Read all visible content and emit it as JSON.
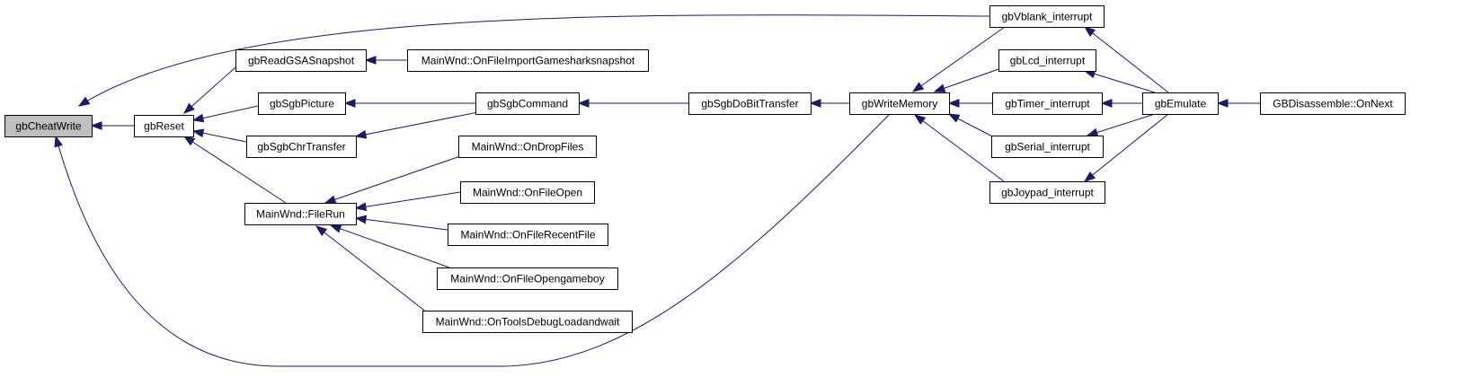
{
  "nodes": [
    {
      "id": "gbCheatWrite",
      "label": "gbCheatWrite",
      "root": true
    },
    {
      "id": "gbReset",
      "label": "gbReset"
    },
    {
      "id": "gbReadGSASnapshot",
      "label": "gbReadGSASnapshot"
    },
    {
      "id": "OnFileImportGamesharksnapshot",
      "label": "MainWnd::OnFileImportGamesharksnapshot"
    },
    {
      "id": "gbSgbPicture",
      "label": "gbSgbPicture"
    },
    {
      "id": "gbSgbChrTransfer",
      "label": "gbSgbChrTransfer"
    },
    {
      "id": "gbSgbCommand",
      "label": "gbSgbCommand"
    },
    {
      "id": "gbSgbDoBitTransfer",
      "label": "gbSgbDoBitTransfer"
    },
    {
      "id": "gbWriteMemory",
      "label": "gbWriteMemory"
    },
    {
      "id": "FileRun",
      "label": "MainWnd::FileRun"
    },
    {
      "id": "OnDropFiles",
      "label": "MainWnd::OnDropFiles"
    },
    {
      "id": "OnFileOpen",
      "label": "MainWnd::OnFileOpen"
    },
    {
      "id": "OnFileRecentFile",
      "label": "MainWnd::OnFileRecentFile"
    },
    {
      "id": "OnFileOpengameboy",
      "label": "MainWnd::OnFileOpengameboy"
    },
    {
      "id": "OnToolsDebugLoadandwait",
      "label": "MainWnd::OnToolsDebugLoadandwait"
    },
    {
      "id": "gbVblank_interrupt",
      "label": "gbVblank_interrupt"
    },
    {
      "id": "gbLcd_interrupt",
      "label": "gbLcd_interrupt"
    },
    {
      "id": "gbTimer_interrupt",
      "label": "gbTimer_interrupt"
    },
    {
      "id": "gbSerial_interrupt",
      "label": "gbSerial_interrupt"
    },
    {
      "id": "gbJoypad_interrupt",
      "label": "gbJoypad_interrupt"
    },
    {
      "id": "gbEmulate",
      "label": "gbEmulate"
    },
    {
      "id": "GBDisassembleOnNext",
      "label": "GBDisassemble::OnNext"
    }
  ],
  "edges": [
    {
      "from": "gbReset",
      "to": "gbCheatWrite"
    },
    {
      "from": "gbVblank_interrupt",
      "to": "gbCheatWrite"
    },
    {
      "from": "gbWriteMemory",
      "to": "gbCheatWrite"
    },
    {
      "from": "gbReadGSASnapshot",
      "to": "gbReset"
    },
    {
      "from": "gbSgbPicture",
      "to": "gbReset"
    },
    {
      "from": "gbSgbChrTransfer",
      "to": "gbReset"
    },
    {
      "from": "FileRun",
      "to": "gbReset"
    },
    {
      "from": "OnFileImportGamesharksnapshot",
      "to": "gbReadGSASnapshot"
    },
    {
      "from": "gbSgbCommand",
      "to": "gbSgbPicture"
    },
    {
      "from": "gbSgbCommand",
      "to": "gbSgbChrTransfer"
    },
    {
      "from": "gbSgbDoBitTransfer",
      "to": "gbSgbCommand"
    },
    {
      "from": "gbWriteMemory",
      "to": "gbSgbDoBitTransfer"
    },
    {
      "from": "OnDropFiles",
      "to": "FileRun"
    },
    {
      "from": "OnFileOpen",
      "to": "FileRun"
    },
    {
      "from": "OnFileRecentFile",
      "to": "FileRun"
    },
    {
      "from": "OnFileOpengameboy",
      "to": "FileRun"
    },
    {
      "from": "OnToolsDebugLoadandwait",
      "to": "FileRun"
    },
    {
      "from": "gbVblank_interrupt",
      "to": "gbWriteMemory"
    },
    {
      "from": "gbLcd_interrupt",
      "to": "gbWriteMemory"
    },
    {
      "from": "gbTimer_interrupt",
      "to": "gbWriteMemory"
    },
    {
      "from": "gbSerial_interrupt",
      "to": "gbWriteMemory"
    },
    {
      "from": "gbJoypad_interrupt",
      "to": "gbWriteMemory"
    },
    {
      "from": "gbEmulate",
      "to": "gbVblank_interrupt"
    },
    {
      "from": "gbEmulate",
      "to": "gbLcd_interrupt"
    },
    {
      "from": "gbEmulate",
      "to": "gbTimer_interrupt"
    },
    {
      "from": "gbEmulate",
      "to": "gbSerial_interrupt"
    },
    {
      "from": "gbEmulate",
      "to": "gbJoypad_interrupt"
    },
    {
      "from": "GBDisassembleOnNext",
      "to": "gbEmulate"
    }
  ],
  "colors": {
    "edge": "#191970",
    "root_fill": "#bfbfbf",
    "node_fill": "#ffffff",
    "node_stroke": "#000000"
  }
}
